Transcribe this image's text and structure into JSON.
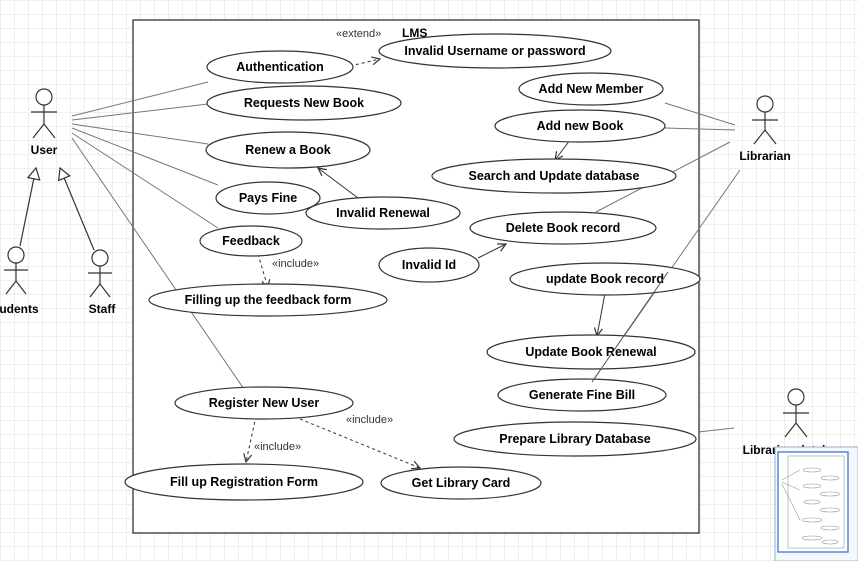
{
  "system": {
    "title": "LMS"
  },
  "stereotypes": {
    "extend": "«extend»",
    "include": "«include»"
  },
  "actors": {
    "user": "User",
    "students": "Students",
    "staff": "Staff",
    "librarian": "Librarian",
    "librarian_db": "Librarian database"
  },
  "use_cases": {
    "authentication": "Authentication",
    "invalid_login": "Invalid Username or password",
    "requests_new_book": "Requests New Book",
    "add_new_member": "Add New Member",
    "add_new_book": "Add new Book",
    "renew_book": "Renew a Book",
    "search_update_db": "Search and Update database",
    "pays_fine": "Pays Fine",
    "invalid_renewal": "Invalid Renewal",
    "delete_book_record": "Delete Book record",
    "feedback": "Feedback",
    "invalid_id": "Invalid Id",
    "update_book_record": "update Book record",
    "filling_feedback_form": "Filling up the feedback form",
    "update_book_renewal": "Update Book Renewal",
    "generate_fine_bill": "Generate Fine Bill",
    "register_new_user": "Register New User",
    "prepare_library_db": "Prepare Library Database",
    "fill_registration_form": "Fill up Registration Form",
    "get_library_card": "Get Library Card"
  }
}
